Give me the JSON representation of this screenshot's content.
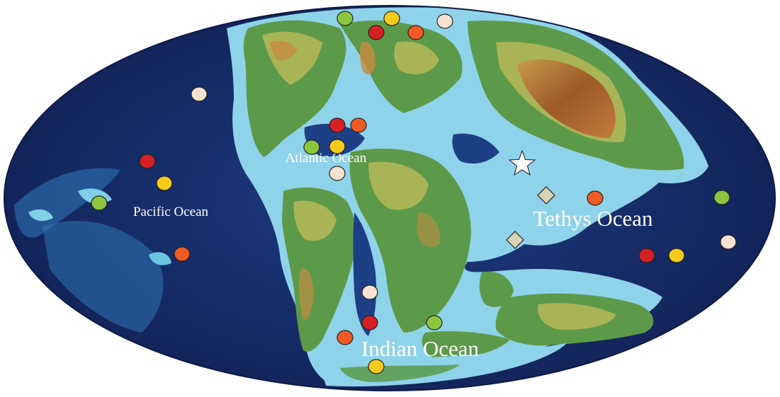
{
  "map": {
    "labels": {
      "atlantic": "Atlantic Ocean",
      "pacific": "Pacific Ocean",
      "tethys": "Tethys Ocean",
      "indian": "Indian Ocean"
    },
    "colors": {
      "ocean_deep": "#13235a",
      "ocean_mid": "#1d3f86",
      "shelf": "#8fd3ea",
      "land_low": "#5c9a4a",
      "land_mid": "#a9b457",
      "land_high": "#c98a3f",
      "land_peak": "#8a4e22",
      "marker_red": "#d71f26",
      "marker_orange": "#ef5a25",
      "marker_yellow": "#f6cb1c",
      "marker_green": "#8cc63f",
      "marker_cream": "#f6e2cf",
      "marker_diamond": "#d8d4b4",
      "marker_star": "#ffffff"
    }
  }
}
